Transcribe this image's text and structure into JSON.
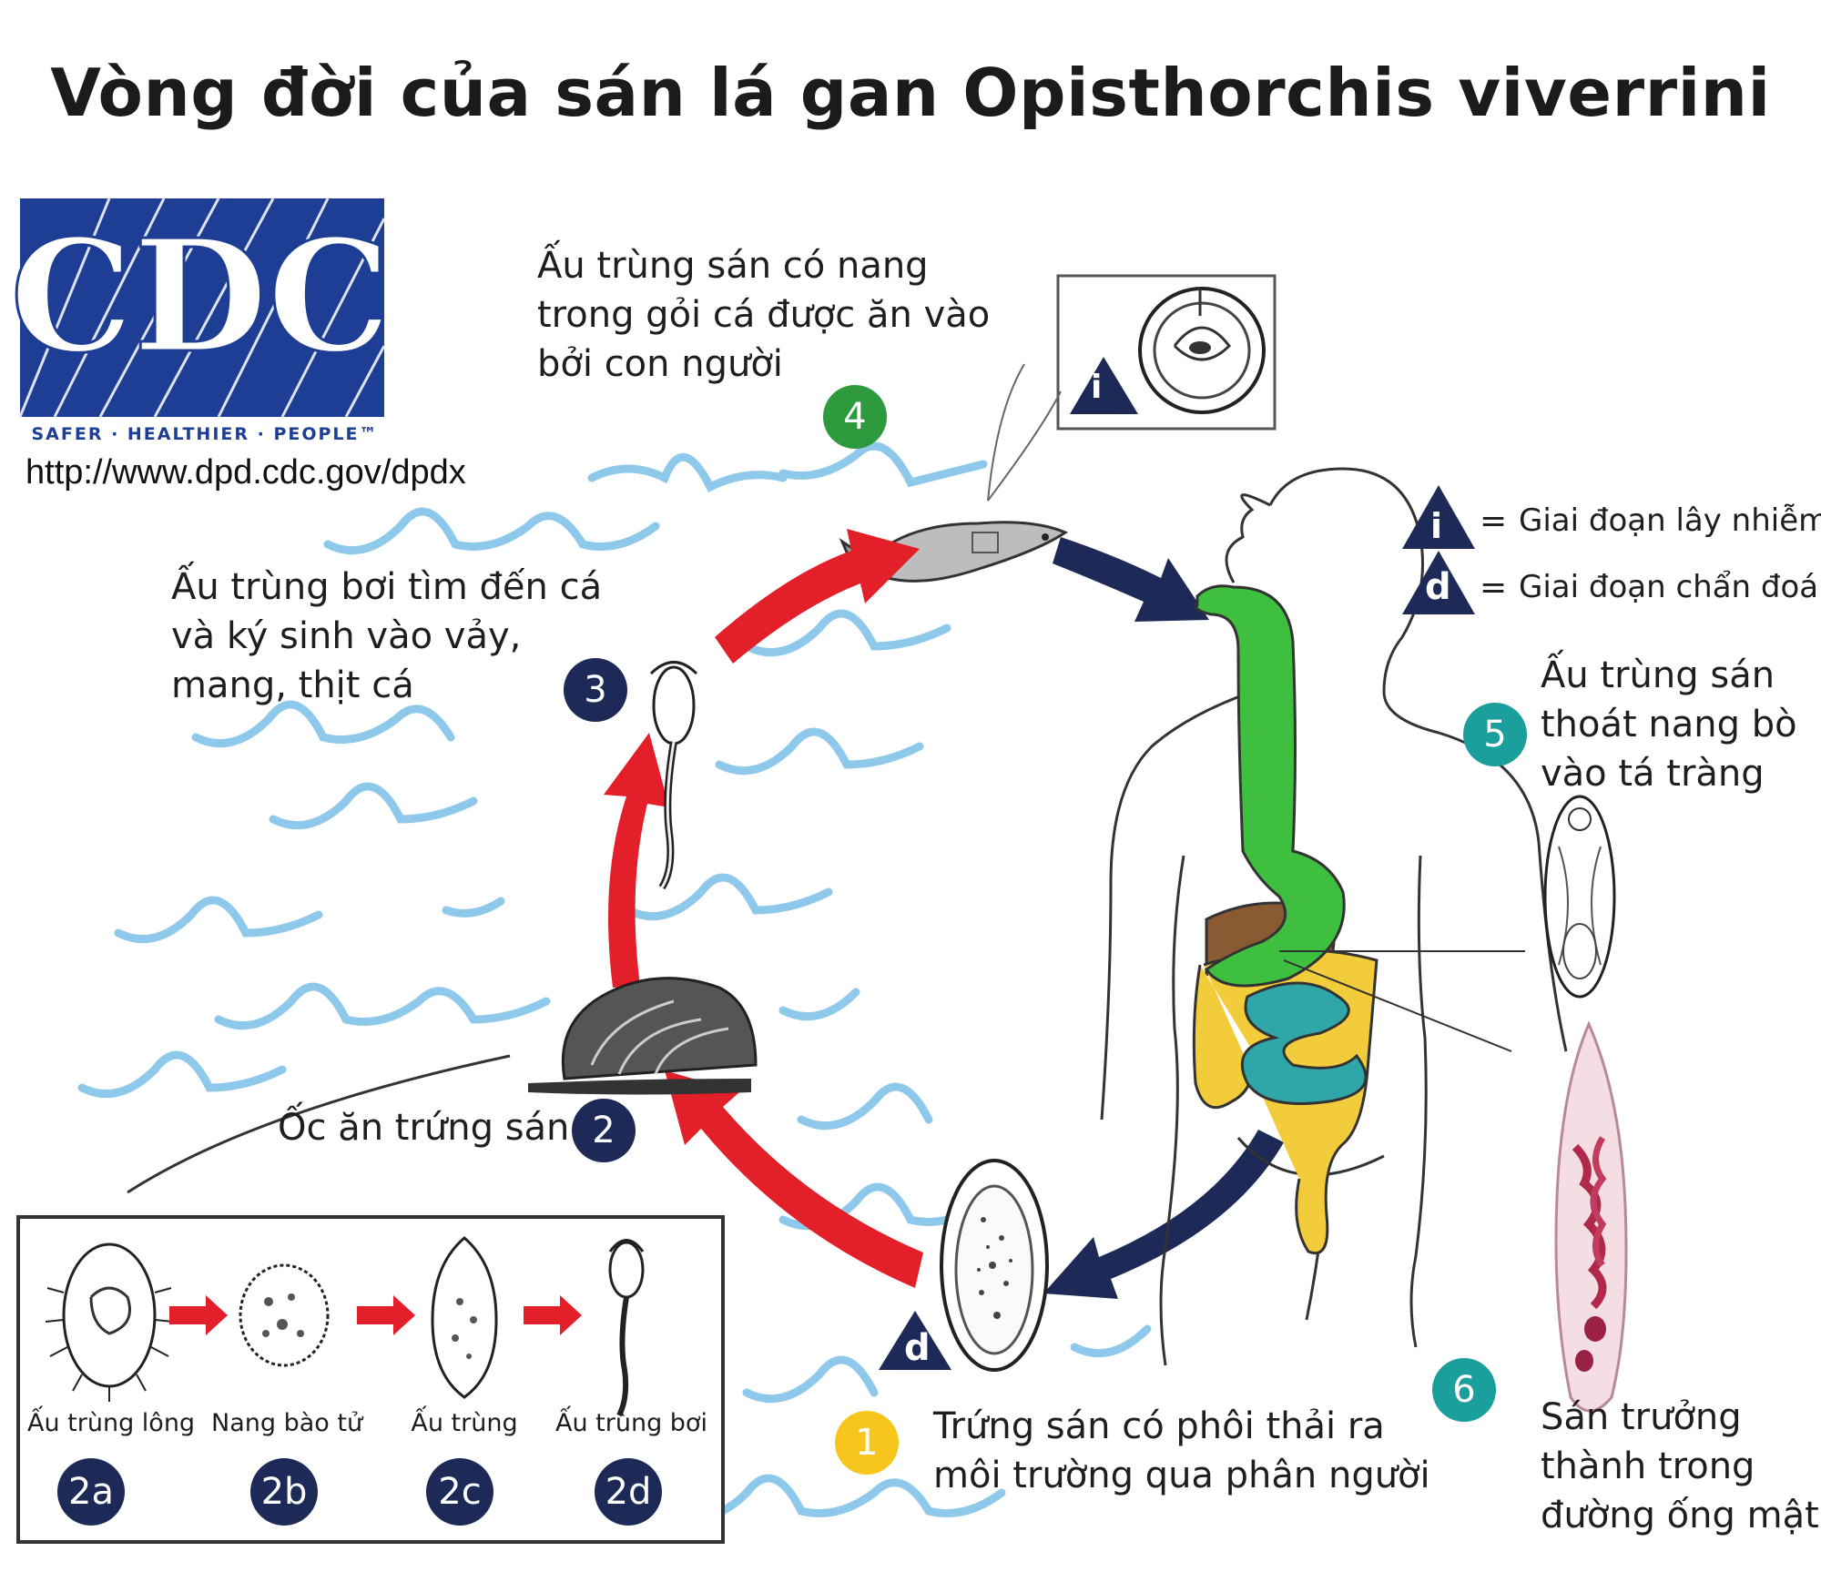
{
  "title": "Vòng đời của sán lá gan Opisthorchis viverrini",
  "logo": {
    "text": "CDC",
    "tagline": "SAFER · HEALTHIER · PEOPLE™",
    "url": "http://www.dpd.cdc.gov/dpdx"
  },
  "stages": {
    "s1": {
      "badge": "1",
      "lines": [
        "Trứng sán có phôi thải ra",
        "môi trường qua phân người"
      ]
    },
    "s2": {
      "badge": "2",
      "lines": [
        "Ốc ăn trứng sán"
      ]
    },
    "s3": {
      "badge": "3",
      "lines": [
        "Ấu trùng bơi tìm đến cá",
        "và ký sinh vào vảy,",
        "mang, thịt cá"
      ]
    },
    "s4": {
      "badge": "4",
      "lines": [
        "Ấu trùng sán có nang",
        "trong gỏi cá được ăn vào",
        "bởi con người"
      ]
    },
    "s5": {
      "badge": "5",
      "lines": [
        "Ấu trùng sán",
        "thoát nang bò",
        "vào tá tràng"
      ]
    },
    "s6": {
      "badge": "6",
      "lines": [
        "Sán trưởng",
        "thành trong",
        "đường ống mật"
      ]
    }
  },
  "legend": {
    "infective": {
      "symbol": "i",
      "eq": "=",
      "text": "Giai đoạn lây nhiễm"
    },
    "diagnostic": {
      "symbol": "d",
      "eq": "=",
      "text": "Giai đoạn chẩn đoán"
    }
  },
  "markers": {
    "fish_cyst": "i",
    "egg": "d"
  },
  "inset": [
    {
      "label": "Ấu trùng lông",
      "badge": "2a"
    },
    {
      "label": "Nang bào tử",
      "badge": "2b"
    },
    {
      "label": "Ấu trùng",
      "badge": "2c"
    },
    {
      "label": "Ấu trùng bơi",
      "badge": "2d"
    }
  ],
  "colors": {
    "navy": "#1d2a57",
    "red_arrow": "#e3202a",
    "water": "#8ec9ec",
    "green_badge": "#2e9a3e",
    "teal_badge": "#1a9f9c",
    "yellow_badge": "#f7c61d",
    "digestive_green": "#3fbf3f",
    "colon_yellow": "#f2cc3a",
    "intestine_teal": "#2fa7a8",
    "liver_brown": "#8a5a32"
  }
}
